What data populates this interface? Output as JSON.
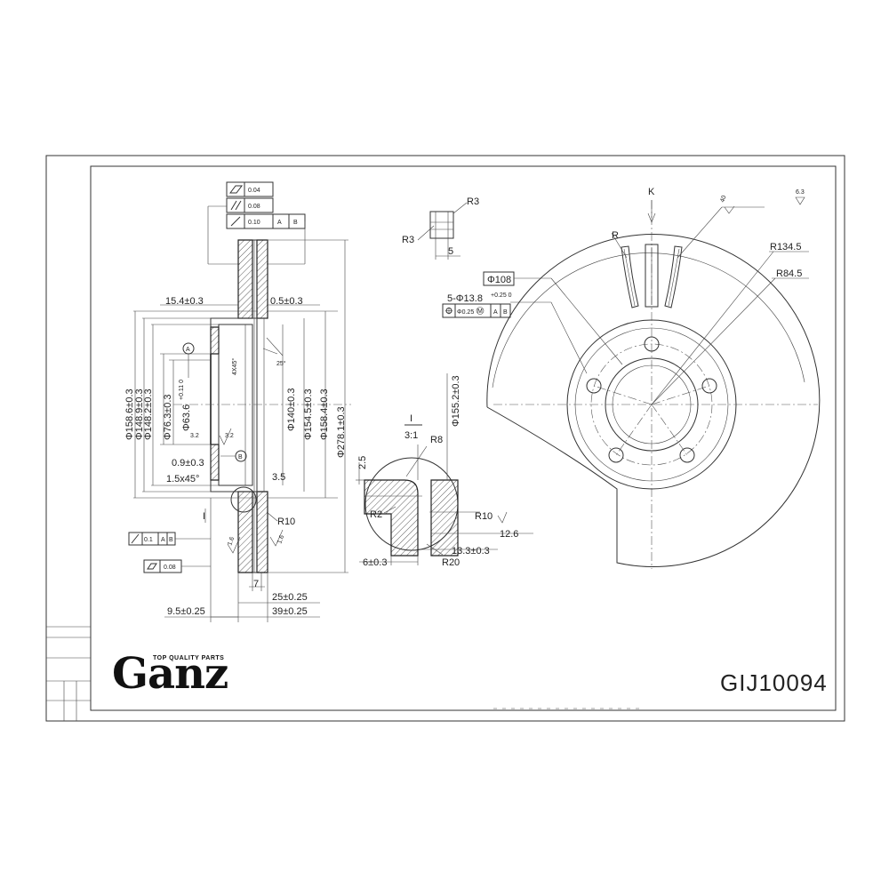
{
  "brand": {
    "name": "Ganz",
    "tagline": "TOP QUALITY PARTS"
  },
  "part_number": "GIJ10094",
  "tolerances": {
    "flatness": "0.04",
    "parallelism": "0.08",
    "runout": "0.10",
    "datum_a": "A",
    "datum_b": "B",
    "runout_small": "0.1",
    "flatness_small": "0.08",
    "position": "Φ0.25",
    "position_mod": "M"
  },
  "dimensions": {
    "d_158_6": "Φ158.6±0.3",
    "d_148_9": "Φ148.9±0.3",
    "d_148_2": "Φ148.2±0.3",
    "d_76_3": "Φ76.3±0.3",
    "d_63_6": "Φ63.6",
    "d_63_6_tol": "+0.11 0",
    "d_140": "Φ140±0.3",
    "d_154_5": "Φ154.5±0.3",
    "d_158_4": "Φ158.4±0.3",
    "d_278_1": "Φ278.1±0.3",
    "d_155_2": "Φ155.2±0.3",
    "d_108": "Φ108",
    "holes": "5-Φ13.8",
    "holes_tol": "+0.25 0",
    "w_15_4": "15.4±0.3",
    "w_0_5": "0.5±0.3",
    "chamfer_4x45": "4X45°",
    "angle_25": "25°",
    "w_0_9": "0.9±0.3",
    "chamfer_1_5": "1.5x45°",
    "w_3_5": "3.5",
    "r10": "R10",
    "w_7": "7",
    "w_25": "25±0.25",
    "w_39": "39±0.25",
    "w_9_5": "9.5±0.25",
    "r3_a": "R3",
    "r3_b": "R3",
    "w_5": "5",
    "r8": "R8",
    "r2": "R2",
    "w_2_5": "2.5",
    "r10_b": "R10",
    "w_12_6": "12.6",
    "w_13_3": "13.3±0.3",
    "w_6": "6±0.3",
    "r20": "R20",
    "r134_5": "R134.5",
    "r84_5": "R84.5",
    "r_slot": "R",
    "view_k": "K",
    "surf_40": "40",
    "surf_6_3": "6.3",
    "surf_3_2a": "3.2",
    "surf_3_2b": "3.2",
    "surf_1_6a": "1.6",
    "surf_1_6b": "1.6",
    "detail_roman": "I",
    "detail_roman_b": "I",
    "scale": "3:1"
  }
}
